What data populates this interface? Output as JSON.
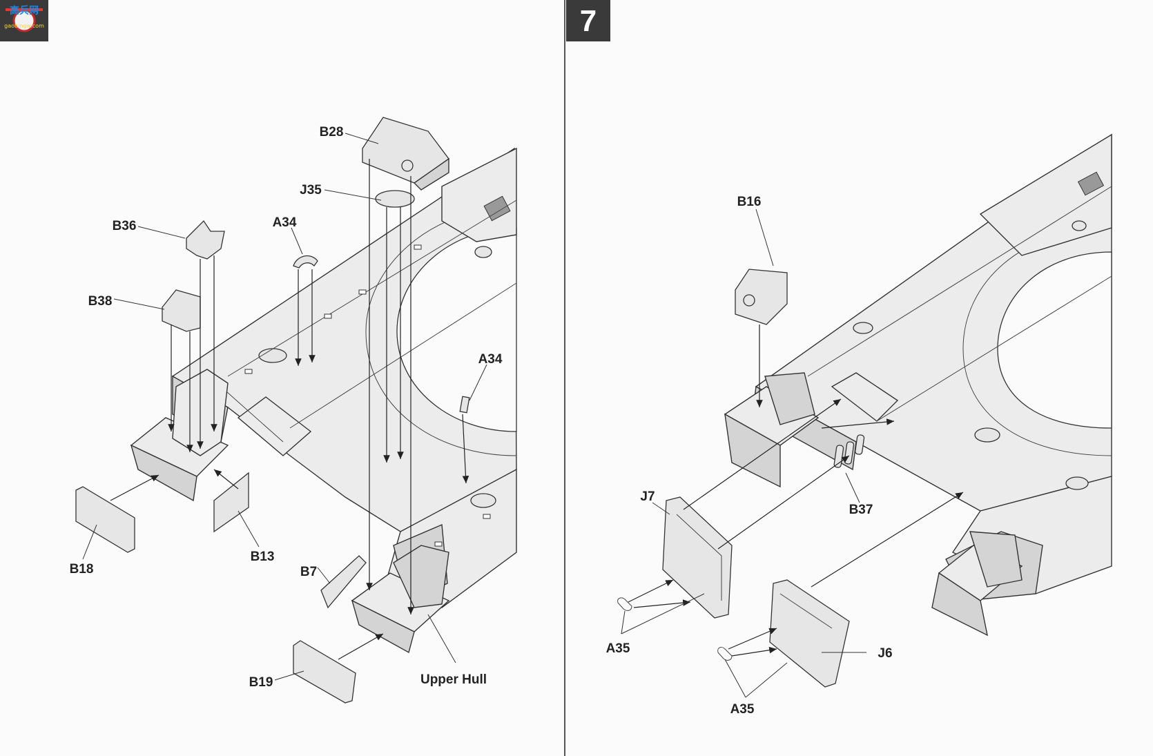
{
  "page": {
    "step_number": "7"
  },
  "watermark": {
    "text": "高兵网",
    "subtext": "gaobingw.com"
  },
  "labels": {
    "b28": "B28",
    "j35": "J35",
    "b36": "B36",
    "a34_left": "A34",
    "b38": "B38",
    "a34_right": "A34",
    "b18": "B18",
    "b13": "B13",
    "b7": "B7",
    "b19": "B19",
    "upper_hull": "Upper Hull",
    "b16": "B16",
    "j7": "J7",
    "b37": "B37",
    "a35_upper": "A35",
    "j6": "J6",
    "a35_lower": "A35"
  }
}
